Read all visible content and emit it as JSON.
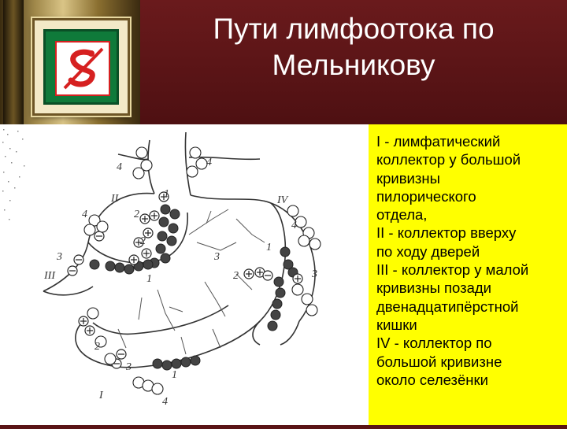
{
  "header": {
    "title_line1": "Пути лимфоотока по",
    "title_line2": "Мельникову"
  },
  "logo": {
    "icon": "medical-serpent-logo-icon"
  },
  "legend": {
    "lines": [
      "I - лимфатический",
      "коллектор у большой",
      "кривизны",
      "пилорического",
      "отдела,",
      "II - коллектор вверху",
      "по ходу дверей",
      "III - коллектор у малой",
      "кривизны позади",
      "двенадцатипёрстной",
      "кишки",
      "IV - коллектор по",
      "большой кривизне",
      "около селезёнки"
    ]
  },
  "diagram": {
    "labels": {
      "roman_1": "I",
      "roman_2": "II",
      "roman_3": "III",
      "roman_4": "IV",
      "n1": "1",
      "n2": "2",
      "n3": "3",
      "n4": "4"
    },
    "colors": {
      "node_filled": "#444444",
      "node_outline": "#222222"
    }
  }
}
